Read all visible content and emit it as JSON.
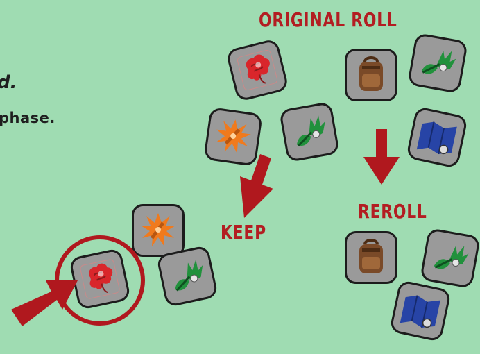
{
  "text": {
    "partial_italic": "d.",
    "partial_phase": "phase.",
    "original_roll": "ORIGINAL ROLL",
    "keep": "KEEP",
    "reroll": "REROLL"
  },
  "dice": {
    "original_roll": [
      "brain",
      "backpack",
      "plant",
      "explosion",
      "plant",
      "map"
    ],
    "reroll": [
      "backpack",
      "plant",
      "map"
    ],
    "keep": [
      "explosion",
      "brain",
      "plant"
    ]
  },
  "colors": {
    "background": "#9fdcb2",
    "label": "#b31d22",
    "arrow": "#b0181e",
    "die_face": "#9a9a9a",
    "brain": "#d9262b",
    "explosion": "#f07a1d",
    "plant": "#21913c",
    "backpack": "#7a4a28",
    "map": "#2744a6"
  },
  "highlight": {
    "target_die": "brain",
    "shape": "circle"
  }
}
